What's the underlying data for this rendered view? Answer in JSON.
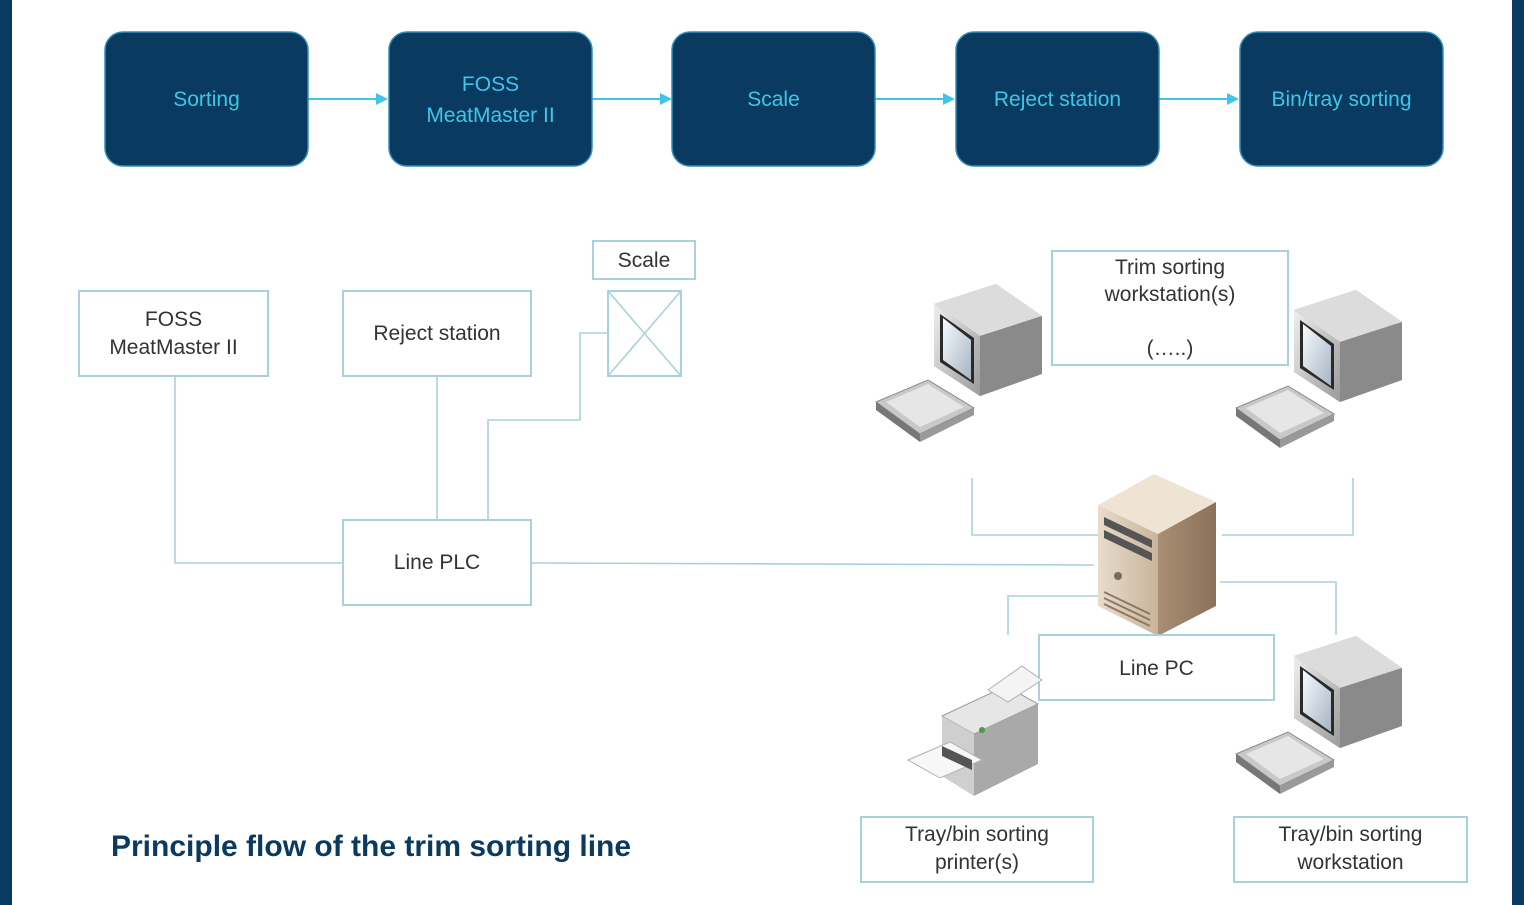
{
  "flow": {
    "steps": [
      {
        "line1": "Sorting",
        "line2": ""
      },
      {
        "line1": "FOSS",
        "line2": "MeatMaster II"
      },
      {
        "line1": "Scale",
        "line2": ""
      },
      {
        "line1": "Reject station",
        "line2": ""
      },
      {
        "line1": "Bin/tray sorting",
        "line2": ""
      }
    ]
  },
  "network": {
    "foss_line1": "FOSS",
    "foss_line2": "MeatMaster II",
    "reject_station": "Reject station",
    "scale": "Scale",
    "line_plc": "Line PLC",
    "line_pc": "Line PC",
    "workstations_line1": "Trim sorting",
    "workstations_line2": "workstation(s)",
    "workstations_line3": "(…..)",
    "printer_line1": "Tray/bin sorting",
    "printer_line2": "printer(s)",
    "tray_ws_line1": "Tray/bin sorting",
    "tray_ws_line2": "workstation"
  },
  "caption": "Principle flow of the trim sorting line",
  "colors": {
    "frame": "#0a3a5f",
    "flow_box": "#0a3a5f",
    "flow_text": "#3ec6ea",
    "connector": "#a9d1dd"
  },
  "icons": [
    "computer-icon",
    "keyboard-icon",
    "server-icon",
    "printer-icon"
  ]
}
